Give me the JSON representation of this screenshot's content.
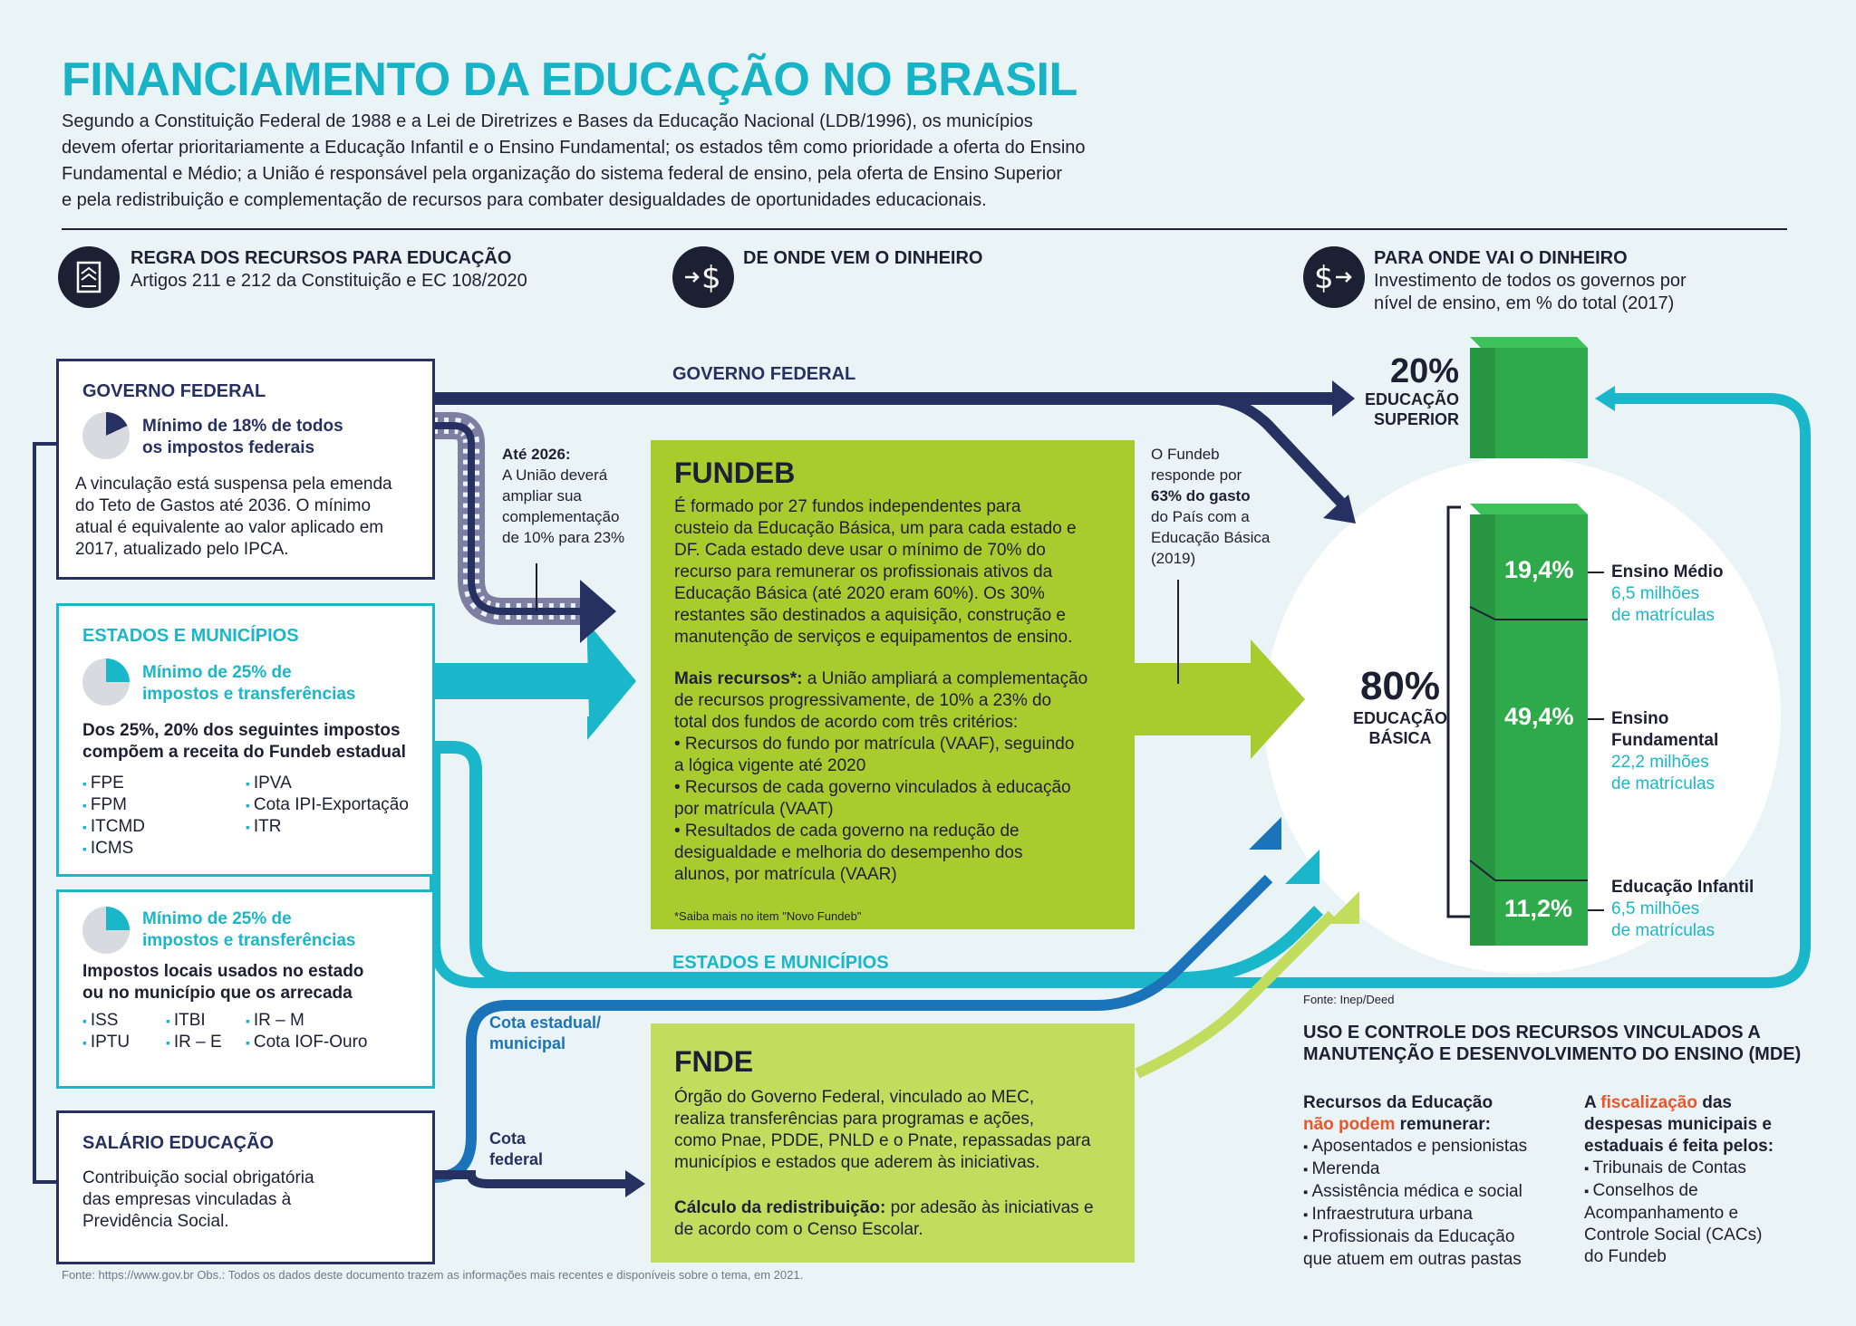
{
  "header": {
    "title": "FINANCIAMENTO DA EDUCAÇÃO NO BRASIL",
    "intro_lines": [
      "Segundo a Constituição Federal de 1988 e a Lei de Diretrizes e Bases da Educação Nacional (LDB/1996), os municípios",
      "devem ofertar prioritariamente a Educação Infantil e o Ensino Fundamental; os estados têm como prioridade a oferta do Ensino",
      "Fundamental e Médio; a União é responsável pela organização do sistema federal de ensino, pela oferta de Ensino Superior",
      "e pela redistribuição e complementação de recursos para combater desigualdades de oportunidades educacionais."
    ]
  },
  "sections": {
    "rules": {
      "title": "REGRA DOS RECURSOS PARA EDUCAÇÃO",
      "subtitle": "Artigos 211 e 212 da Constituição e EC 108/2020",
      "icon": "document-icon"
    },
    "source": {
      "title": "DE ONDE VEM O DINHEIRO",
      "icon": "money-in-icon"
    },
    "destination": {
      "title": "PARA ONDE VAI O DINHEIRO",
      "subtitle_lines": [
        "Investimento de todos os governos por",
        "nível de ensino, em % do total (2017)"
      ],
      "icon": "money-out-icon"
    }
  },
  "boxes": {
    "federal": {
      "title": "GOVERNO FEDERAL",
      "min_lines": [
        "Mínimo de  18% de todos",
        "os impostos federais"
      ],
      "pie_fraction": 0.18,
      "text_lines": [
        "A vinculação está suspensa pela emenda",
        "do Teto de Gastos até 2036. O mínimo",
        "atual é equivalente ao valor aplicado em",
        "2017, atualizado pelo IPCA."
      ]
    },
    "states": {
      "title": "ESTADOS E MUNICÍPIOS",
      "min_lines": [
        "Mínimo de 25% de",
        "impostos e transferências"
      ],
      "pie_fraction": 0.25,
      "subhead_lines": [
        "Dos 25%, 20% dos seguintes impostos",
        "compõem a receita do Fundeb estadual"
      ],
      "taxes_col1": [
        "FPE",
        "FPM",
        "ITCMD",
        "ICMS"
      ],
      "taxes_col2": [
        "IPVA",
        "Cota IPI-Exportação",
        "ITR"
      ]
    },
    "local": {
      "min_lines": [
        "Mínimo de 25% de",
        "impostos e transferências"
      ],
      "pie_fraction": 0.25,
      "subhead_lines": [
        "Impostos locais usados no estado",
        "ou no município que os arrecada"
      ],
      "taxes_col1": [
        "ISS",
        "IPTU"
      ],
      "taxes_col2": [
        "ITBI",
        "IR – E"
      ],
      "taxes_col3": [
        "IR – M",
        "Cota IOF-Ouro"
      ]
    },
    "salario": {
      "title": "SALÁRIO EDUCAÇÃO",
      "text_lines": [
        "Contribuição social obrigatória",
        "das empresas vinculadas à",
        "Previdência Social."
      ]
    }
  },
  "flows": {
    "federal_label": "GOVERNO FEDERAL",
    "states_label": "ESTADOS E MUNICÍPIOS",
    "cota_estadual_lines": [
      "Cota estadual/",
      "municipal"
    ],
    "cota_federal_lines": [
      "Cota",
      "federal"
    ],
    "ate2026_head": "Até 2026:",
    "ate2026_lines": [
      "A União deverá",
      "ampliar sua",
      "complementação",
      "de 10% para 23%"
    ],
    "fundeb_note_lines": [
      "O Fundeb",
      "responde por",
      "63% do gasto",
      "do País com a",
      "Educação Básica",
      "(2019)"
    ]
  },
  "fundeb": {
    "title": "FUNDEB",
    "text_lines": [
      "É formado por 27 fundos independentes para",
      "custeio da Educação Básica, um para cada estado e",
      "DF. Cada estado deve usar o mínimo de 70% do",
      "recurso para remunerar os profissionais ativos da",
      "Educação Básica (até 2020 eram 60%). Os 30%",
      "restantes são destinados a aquisição, construção e",
      "manutenção de serviços e equipamentos de ensino."
    ],
    "more_head": "Mais recursos*:",
    "more_lines": [
      " a União ampliará a complementação",
      "de recursos progressivamente, de 10% a 23% do",
      "total dos fundos de acordo com três critérios:",
      "• Recursos do fundo por matrícula (VAAF), seguindo",
      "a lógica vigente até 2020",
      "• Recursos de cada governo vinculados à educação",
      "por matrícula (VAAT)",
      "• Resultados de cada governo na redução de",
      "desigualdade e melhoria do desempenho dos",
      "alunos, por matrícula (VAAR)"
    ],
    "footnote": "*Saiba mais no item \"Novo Fundeb\""
  },
  "fnde": {
    "title": "FNDE",
    "text_lines": [
      "Órgão do Governo Federal, vinculado ao MEC,",
      "realiza transferências para programas e ações,",
      "como Pnae, PDDE, PNLD e o Pnate, repassadas para",
      "municípios e estados que aderem às iniciativas."
    ],
    "calc_head": "Cálculo da redistribuição:",
    "calc_lines": [
      " por adesão às iniciativas e",
      "de acordo com o Censo Escolar."
    ]
  },
  "chart_data": {
    "type": "bar",
    "title": "PARA ONDE VAI O DINHEIRO",
    "groups": [
      {
        "name": "EDUCAÇÃO SUPERIOR",
        "value": 20
      },
      {
        "name": "EDUCAÇÃO BÁSICA",
        "value": 80,
        "segments": [
          {
            "name": "Ensino Médio",
            "value": 19.4,
            "label": "19,4%",
            "note": "6,5 milhões de matrículas"
          },
          {
            "name": "Ensino Fundamental",
            "value": 49.4,
            "label": "49,4%",
            "note": "22,2 milhões de matrículas"
          },
          {
            "name": "Educação Infantil",
            "value": 11.2,
            "label": "11,2%",
            "note": "6,5 milhões de matrículas"
          }
        ]
      }
    ],
    "unit": "% do total (2017)"
  },
  "chart_labels": {
    "sup_pct": "20%",
    "sup_lines": [
      "EDUCAÇÃO",
      "SUPERIOR"
    ],
    "bas_pct": "80%",
    "bas_lines": [
      "EDUCAÇÃO",
      "BÁSICA"
    ],
    "medio_pct": "19,4%",
    "medio_name": "Ensino Médio",
    "medio_note": [
      "6,5 milhões",
      "de matrículas"
    ],
    "fund_pct": "49,4%",
    "fund_name": [
      "Ensino",
      "Fundamental"
    ],
    "fund_note": [
      "22,2 milhões",
      "de matrículas"
    ],
    "inf_pct": "11,2%",
    "inf_name": "Educação Infantil",
    "inf_note": [
      "6,5 milhões",
      "de matrículas"
    ],
    "source": "Fonte: Inep/Deed"
  },
  "mde": {
    "title_lines": [
      "USO E CONTROLE DOS RECURSOS VINCULADOS A",
      "MANUTENÇÃO E DESENVOLVIMENTO DO ENSINO (MDE)"
    ],
    "left_head_a": "Recursos da Educação",
    "left_head_b": "não podem",
    "left_head_c": " remunerar:",
    "left_items": [
      "Aposentados e pensionistas",
      "Merenda",
      "Assistência médica e social",
      "Infraestrutura urbana",
      "Profissionais da Educação"
    ],
    "left_last_cont": "que atuem em outras pastas",
    "right_head_a": "A ",
    "right_head_b": "fiscalização",
    "right_head_c": " das",
    "right_head_lines": [
      "despesas municipais e",
      "estaduais é feita pelos:"
    ],
    "right_items": [
      "Tribunais de Contas",
      "Conselhos de"
    ],
    "right_cont": [
      "Acompanhamento e",
      "Controle Social (CACs)",
      "do Fundeb"
    ]
  },
  "footer": "Fonte: https://www.gov.br Obs.: Todos os dados deste documento trazem as informações mais recentes e disponíveis sobre o tema, em 2021.",
  "colors": {
    "navy": "#263162",
    "cyan": "#19b7c9",
    "lime": "#a8cc2e",
    "green": "#2eaa4a",
    "blue": "#1b74b9"
  }
}
